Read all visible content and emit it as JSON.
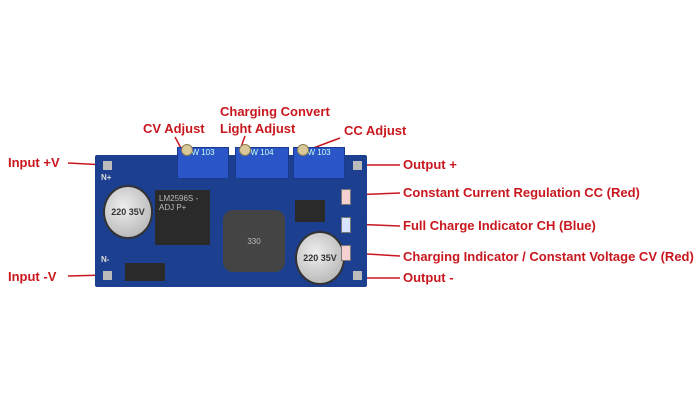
{
  "labels": {
    "input_pos": "Input +V",
    "input_neg": "Input -V",
    "cv_adjust": "CV Adjust",
    "charging_convert_1": "Charging Convert",
    "charging_convert_2": "Light Adjust",
    "cc_adjust": "CC Adjust",
    "output_pos": "Output +",
    "cc_led": "Constant Current Regulation CC (Red)",
    "ch_led": "Full Charge Indicator CH (Blue)",
    "cv_led": "Charging Indicator / Constant Voltage CV (Red)",
    "output_neg": "Output -"
  },
  "board": {
    "pot1": "W 103",
    "pot2": "W 104",
    "pot3": "W 103",
    "regulator": "LM2596S -ADJ P+",
    "inductor": "330",
    "cap1": "220 35V",
    "cap2": "220 35V",
    "silk_in_pos": "N+",
    "silk_in_neg": "N-"
  },
  "colors": {
    "annotation": "#c8171e",
    "pcb": "#1d3f8f"
  }
}
